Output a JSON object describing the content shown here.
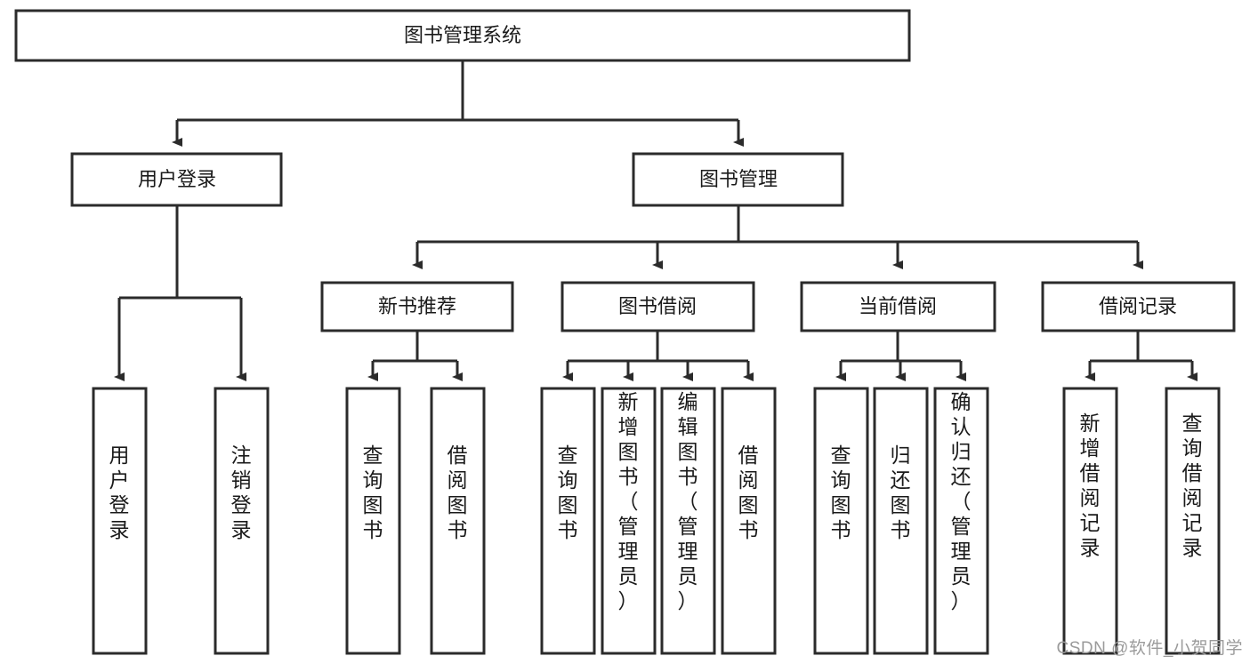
{
  "diagram": {
    "type": "tree",
    "title": "图书管理系统",
    "watermark": "CSDN @软件_小贺同学",
    "colors": {
      "stroke": "#2b2b2b",
      "box_fill": "#ffffff",
      "text": "#1a1a1a",
      "background": "#ffffff",
      "watermark": "#9b9b9b"
    },
    "nodes": {
      "root": {
        "label": "图书管理系统"
      },
      "level2": [
        {
          "id": "user-login",
          "label": "用户登录"
        },
        {
          "id": "book-management",
          "label": "图书管理"
        }
      ],
      "level3": [
        {
          "id": "new-book-recommend",
          "label": "新书推荐"
        },
        {
          "id": "book-borrow",
          "label": "图书借阅"
        },
        {
          "id": "current-borrow",
          "label": "当前借阅"
        },
        {
          "id": "borrow-record",
          "label": "借阅记录"
        }
      ],
      "leaves": {
        "user-login": [
          {
            "id": "leaf-user-login",
            "label": "用户登录"
          },
          {
            "id": "leaf-user-logout",
            "label": "注销登录"
          }
        ],
        "new-book-recommend": [
          {
            "id": "leaf-query-book-1",
            "label": "查询图书"
          },
          {
            "id": "leaf-borrow-book-1",
            "label": "借阅图书"
          }
        ],
        "book-borrow": [
          {
            "id": "leaf-query-book-2",
            "label": "查询图书"
          },
          {
            "id": "leaf-add-book",
            "label": "新增图书（管理员）"
          },
          {
            "id": "leaf-edit-book",
            "label": "编辑图书（管理员）"
          },
          {
            "id": "leaf-borrow-book-2",
            "label": "借阅图书"
          }
        ],
        "current-borrow": [
          {
            "id": "leaf-query-book-3",
            "label": "查询图书"
          },
          {
            "id": "leaf-return-book",
            "label": "归还图书"
          },
          {
            "id": "leaf-confirm-return",
            "label": "确认归还（管理员）"
          }
        ],
        "borrow-record": [
          {
            "id": "leaf-add-record",
            "label": "新增借阅记录"
          },
          {
            "id": "leaf-query-record",
            "label": "查询借阅记录"
          }
        ]
      }
    }
  }
}
